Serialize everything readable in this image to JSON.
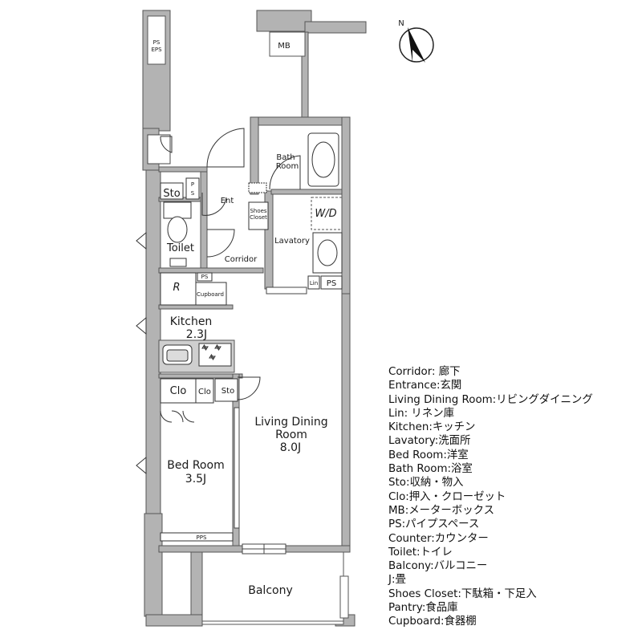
{
  "plan": {
    "labels": {
      "ps_eps_1": "PS",
      "ps_eps_2": "EPS",
      "mb": "MB",
      "north": "N",
      "bath_room_1": "Bath",
      "bath_room_2": "Room",
      "sto_top": "Sto",
      "ps_top": "P\nS",
      "ent": "Ent",
      "shoes_closet_1": "Shoes",
      "shoes_closet_2": "Closet",
      "wd": "W/D",
      "toilet": "Toilet",
      "lavatory": "Lavatory",
      "corridor": "Corridor",
      "lin": "Lin",
      "ps_lav": "PS",
      "refrigerator": "R",
      "ps_kitchen": "PS",
      "cupboard": "Cupboard",
      "kitchen": "Kitchen",
      "kitchen_size": "2.3J",
      "clo_1": "Clo",
      "clo_2": "Clo",
      "sto_bed": "Sto",
      "ldr_1": "Living Dining",
      "ldr_2": "Room",
      "ldr_size": "8.0J",
      "bed_room": "Bed Room",
      "bed_size": "3.5J",
      "pps": "PPS",
      "balcony": "Balcony"
    }
  },
  "legend": [
    "Corridor: 廊下",
    "Entrance:玄関",
    "Living Dining Room:リビングダイニング",
    "Lin: リネン庫",
    "Kitchen:キッチン",
    "Lavatory:洗面所",
    "Bed Room:洋室",
    "Bath Room:浴室",
    "Sto:収納・物入",
    "Clo:押入・クローゼット",
    "MB:メーターボックス",
    "PS:パイプスペース",
    "Counter:カウンター",
    "Toilet:トイレ",
    "Balcony:バルコニー",
    "J:畳",
    "Shoes Closet:下駄箱・下足入",
    "Pantry:食品庫",
    "Cupboard:食器棚"
  ]
}
